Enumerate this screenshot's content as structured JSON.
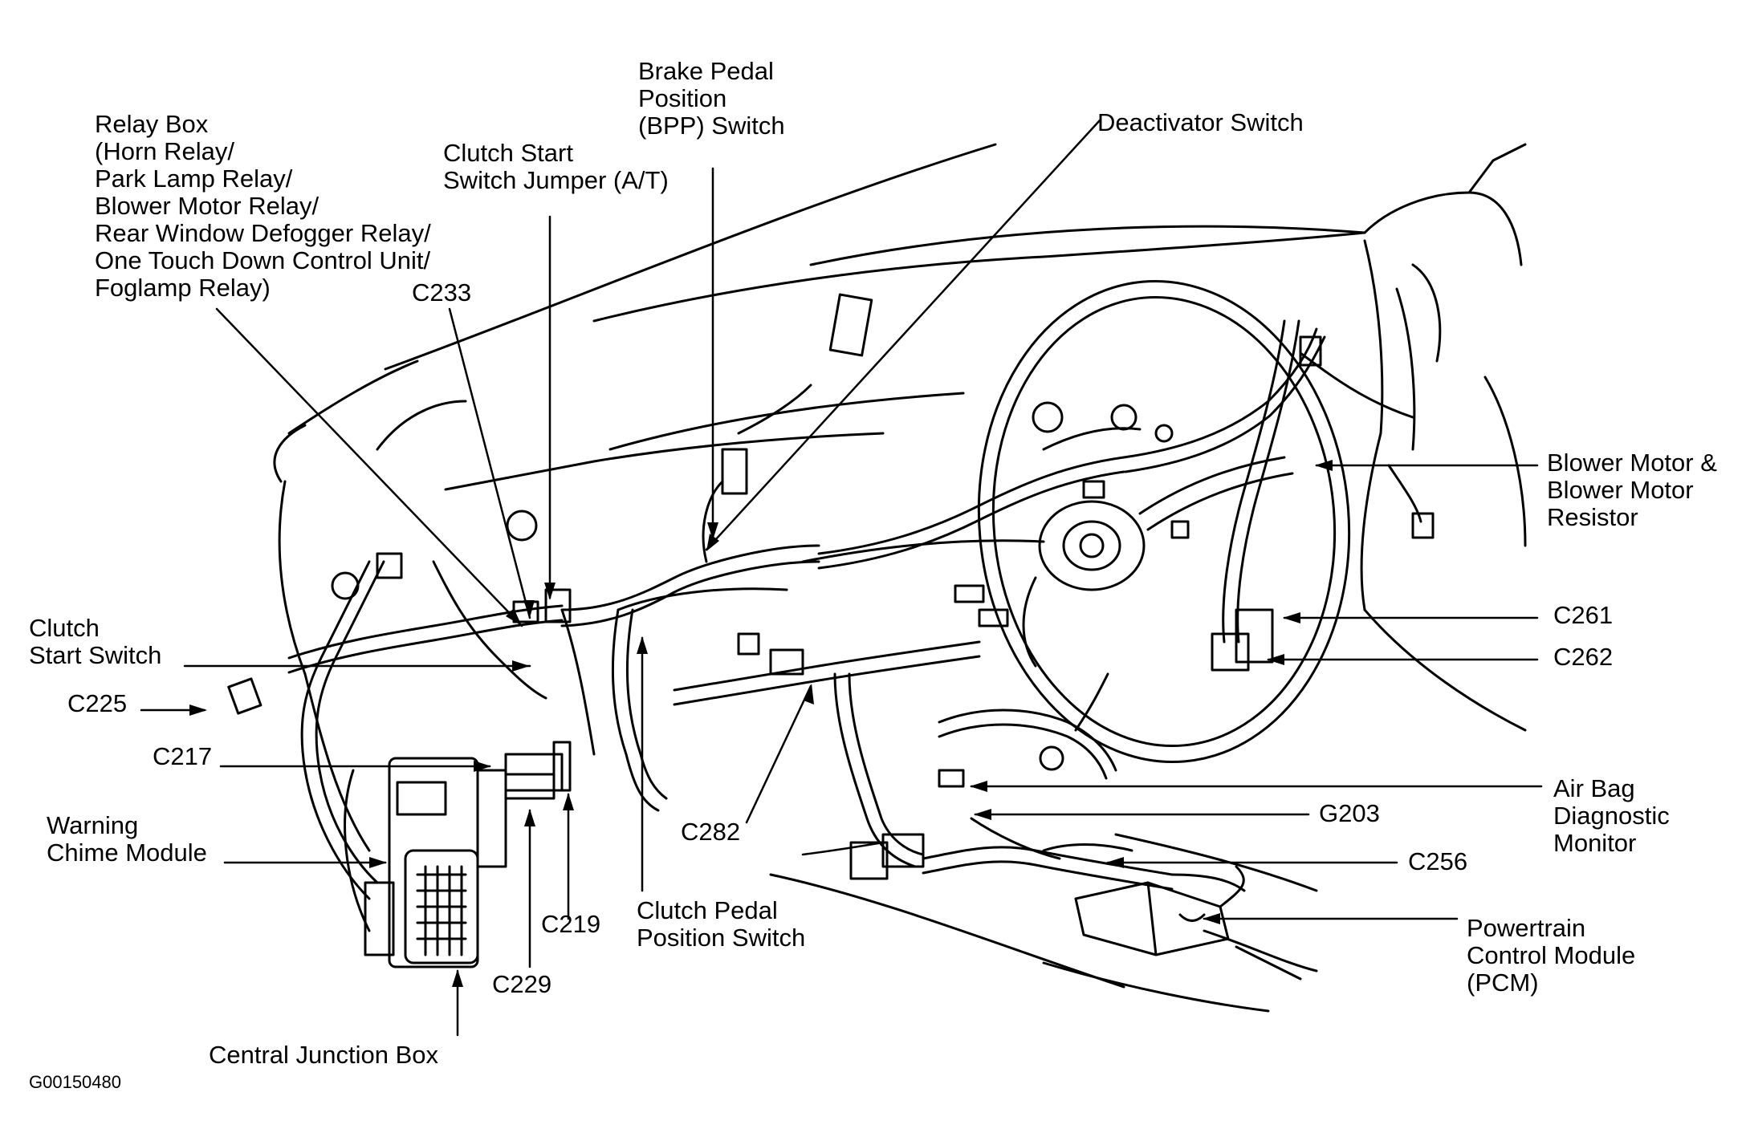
{
  "labels": {
    "relay_box": [
      "Relay Box",
      "(Horn Relay/",
      "Park Lamp Relay/",
      "Blower Motor Relay/",
      "Rear Window Defogger Relay/",
      "One Touch Down Control Unit/",
      "Foglamp Relay)"
    ],
    "clutch_start_jumper": [
      "Clutch Start",
      "Switch Jumper (A/T)"
    ],
    "bpp_switch": [
      "Brake Pedal",
      "Position",
      "(BPP) Switch"
    ],
    "deactivator_switch": "Deactivator Switch",
    "c233": "C233",
    "clutch_start_switch": [
      "Clutch",
      "Start Switch"
    ],
    "c225": "C225",
    "c217": "C217",
    "warning_chime": [
      "Warning",
      "Chime Module"
    ],
    "central_junction": "Central Junction Box",
    "c229": "C229",
    "c219": "C219",
    "clutch_pedal_switch": [
      "Clutch Pedal",
      "Position Switch"
    ],
    "c282": "C282",
    "blower_motor": [
      "Blower Motor &",
      "Blower Motor",
      "Resistor"
    ],
    "c261": "C261",
    "c262": "C262",
    "airbag_monitor": [
      "Air Bag",
      "Diagnostic",
      "Monitor"
    ],
    "g203": "G203",
    "c256": "C256",
    "pcm": [
      "Powertrain",
      "Control Module",
      "(PCM)"
    ]
  },
  "figure_code": "G00150480"
}
